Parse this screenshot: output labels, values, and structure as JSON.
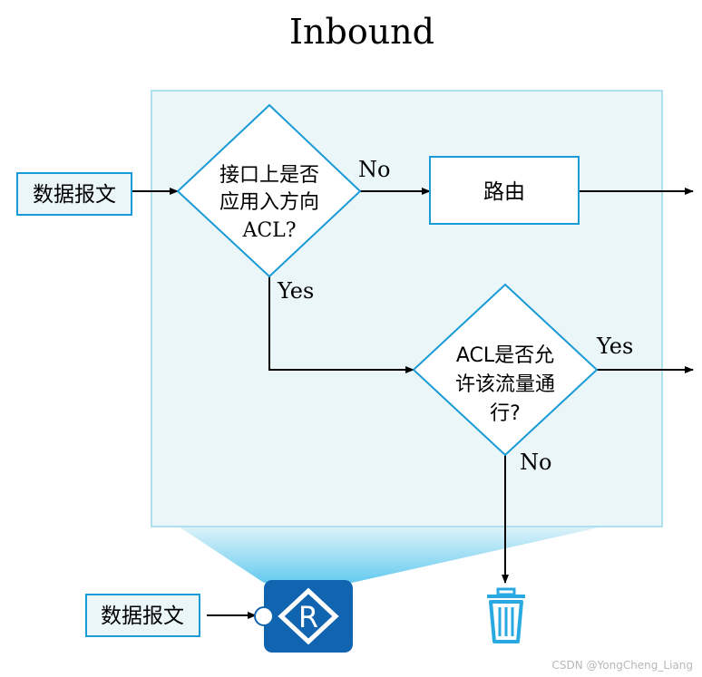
{
  "title": "Inbound",
  "nodes": {
    "packet_in": "数据报文",
    "decision_acl_applied": [
      "接口上是否",
      "应用入方向",
      "ACL?"
    ],
    "route": "路由",
    "decision_acl_permit": [
      "ACL是否允",
      "许该流量通",
      "行?"
    ],
    "packet_router": "数据报文"
  },
  "edges": {
    "no_to_route": "No",
    "yes_to_permit": "Yes",
    "permit_yes": "Yes",
    "permit_no": "No"
  },
  "icons": {
    "router": "router-icon",
    "trash": "trash-can-icon"
  },
  "colors": {
    "panel_fill": "#eaf6f8",
    "panel_border": "#aee0ee",
    "box_border": "#1a9ad6",
    "router_fill": "#1164b0",
    "trash": "#29a9e1",
    "arrow": "#000000"
  },
  "watermark": "CSDN @YongCheng_Liang"
}
